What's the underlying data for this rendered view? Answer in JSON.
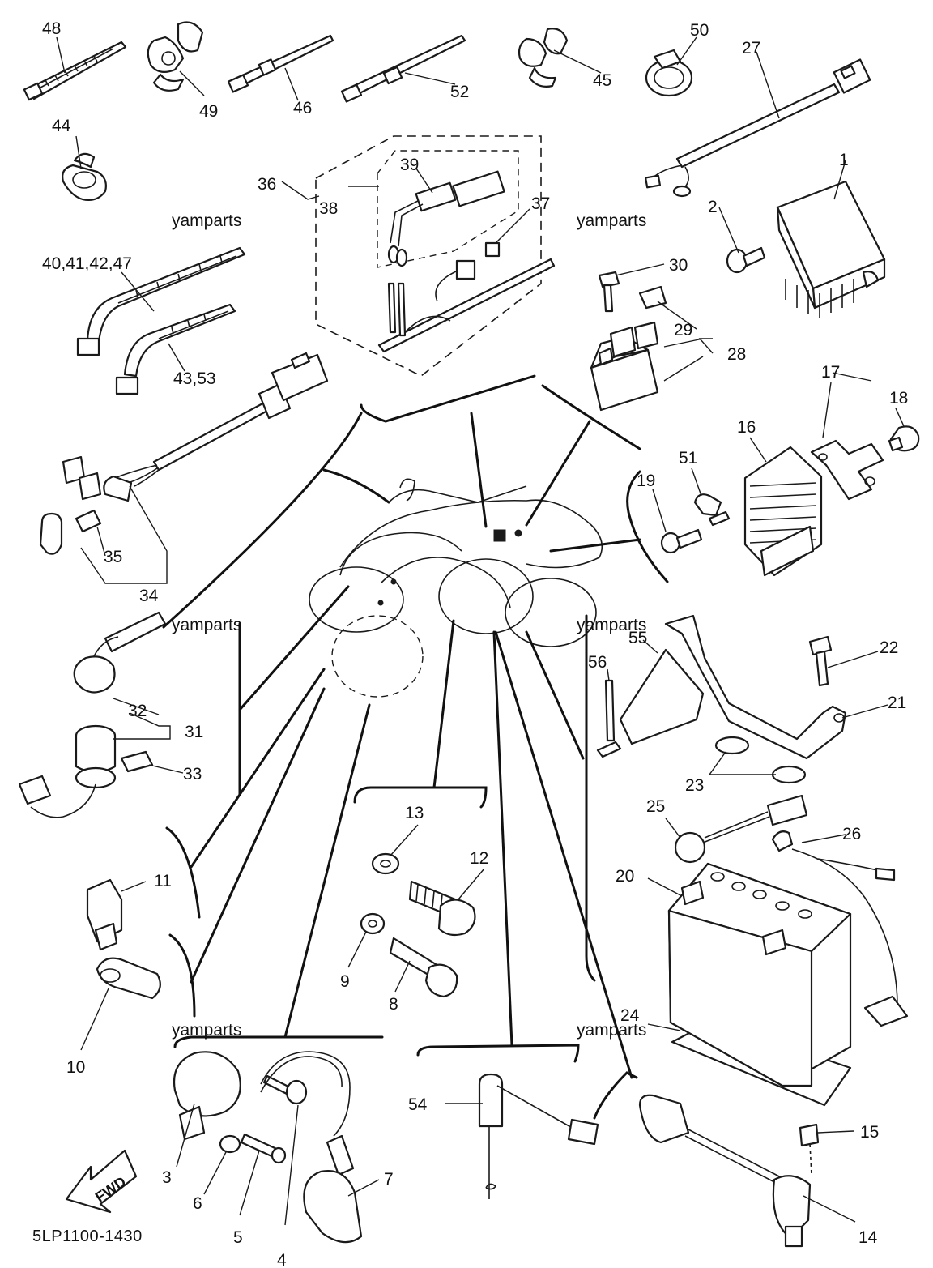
{
  "diagram_code": "5LP1100-1430",
  "watermark": "yamparts",
  "fwd_label": "FWD",
  "labels": {
    "p1": "1",
    "p2": "2",
    "p3": "3",
    "p4": "4",
    "p5": "5",
    "p6": "6",
    "p7": "7",
    "p8": "8",
    "p9": "9",
    "p10": "10",
    "p11": "11",
    "p12": "12",
    "p13": "13",
    "p14": "14",
    "p15": "15",
    "p16": "16",
    "p17": "17",
    "p18": "18",
    "p19": "19",
    "p20": "20",
    "p21": "21",
    "p22": "22",
    "p23": "23",
    "p24": "24",
    "p25": "25",
    "p26": "26",
    "p27": "27",
    "p28": "28",
    "p29": "29",
    "p30": "30",
    "p31": "31",
    "p32": "32",
    "p33": "33",
    "p34": "34",
    "p35": "35",
    "p36": "36",
    "p37": "37",
    "p38": "38",
    "p39": "39",
    "p40_47": "40,41,42,47",
    "p43_53": "43,53",
    "p44": "44",
    "p45": "45",
    "p46": "46",
    "p48": "48",
    "p49": "49",
    "p50": "50",
    "p51": "51",
    "p52": "52",
    "p54": "54",
    "p55": "55",
    "p56": "56"
  }
}
